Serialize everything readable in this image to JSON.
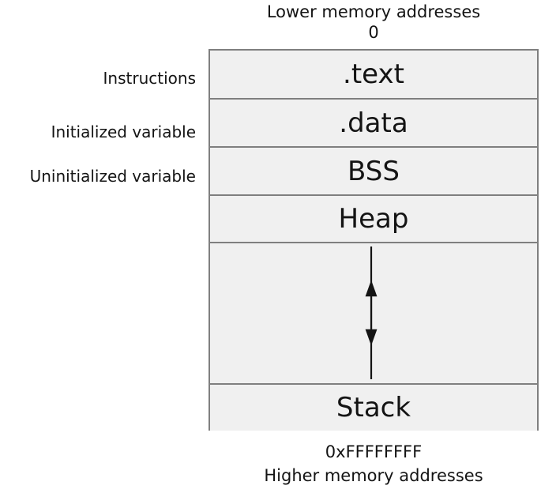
{
  "diagram": {
    "title_top": "Lower memory addresses",
    "address_low": "0",
    "address_high": "0xFFFFFFFF",
    "title_bottom": "Higher memory addresses",
    "colors": {
      "segment_fill": "#f0f0f0",
      "segment_border": "#7f7f7f",
      "text": "#141414",
      "arrow": "#141414",
      "background": "#ffffff"
    },
    "segments": [
      {
        "id": "text",
        "label": ".text",
        "side_label": "Instructions"
      },
      {
        "id": "data",
        "label": ".data",
        "side_label": "Initialized variable"
      },
      {
        "id": "bss",
        "label": "BSS",
        "side_label": "Uninitialized variable"
      },
      {
        "id": "heap",
        "label": "Heap",
        "side_label": ""
      },
      {
        "id": "free",
        "label": "",
        "side_label": ""
      },
      {
        "id": "stack",
        "label": "Stack",
        "side_label": ""
      }
    ],
    "arrows": [
      {
        "id": "heap-growth",
        "direction": "down",
        "name": "heap-grows-down-arrow"
      },
      {
        "id": "stack-growth",
        "direction": "up",
        "name": "stack-grows-up-arrow"
      }
    ]
  }
}
